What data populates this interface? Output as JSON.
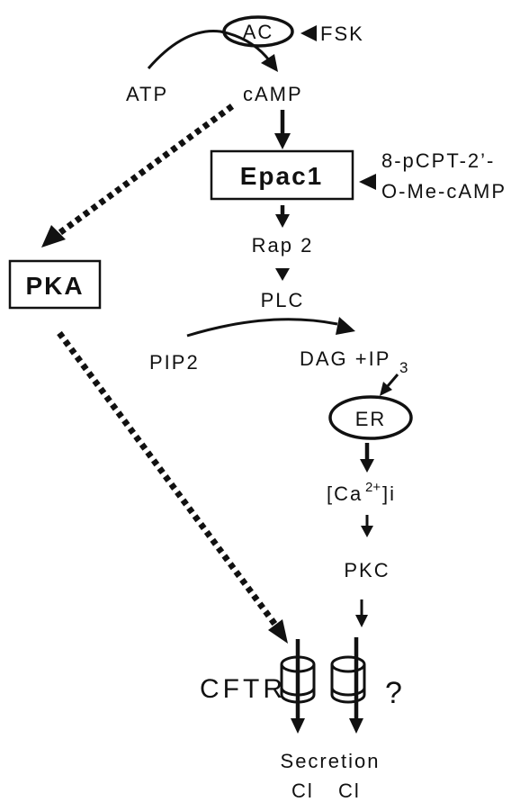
{
  "nodes": {
    "ac": "AC",
    "fsk": "FSK",
    "atp": "ATP",
    "camp": "cAMP",
    "epac1": "Epac1",
    "agonist_line1": "8-pCPT-2’-",
    "agonist_line2": "O-Me-cAMP",
    "rap2": "Rap 2",
    "plc": "PLC",
    "pip2": "PIP2",
    "dag_ip3": "DAG +IP",
    "ip3_subscript": "3",
    "er": "ER",
    "ca_open": "[Ca",
    "ca_superscript": "2+",
    "ca_close": "]i",
    "pkc": "PKC",
    "pka": "PKA",
    "cftr": "CFTR",
    "unknown_channel": "?",
    "secretion": "Secretion",
    "cl_left": "Cl",
    "cl_right": "Cl"
  },
  "colors": {
    "ink": "#111111",
    "background": "#ffffff"
  }
}
